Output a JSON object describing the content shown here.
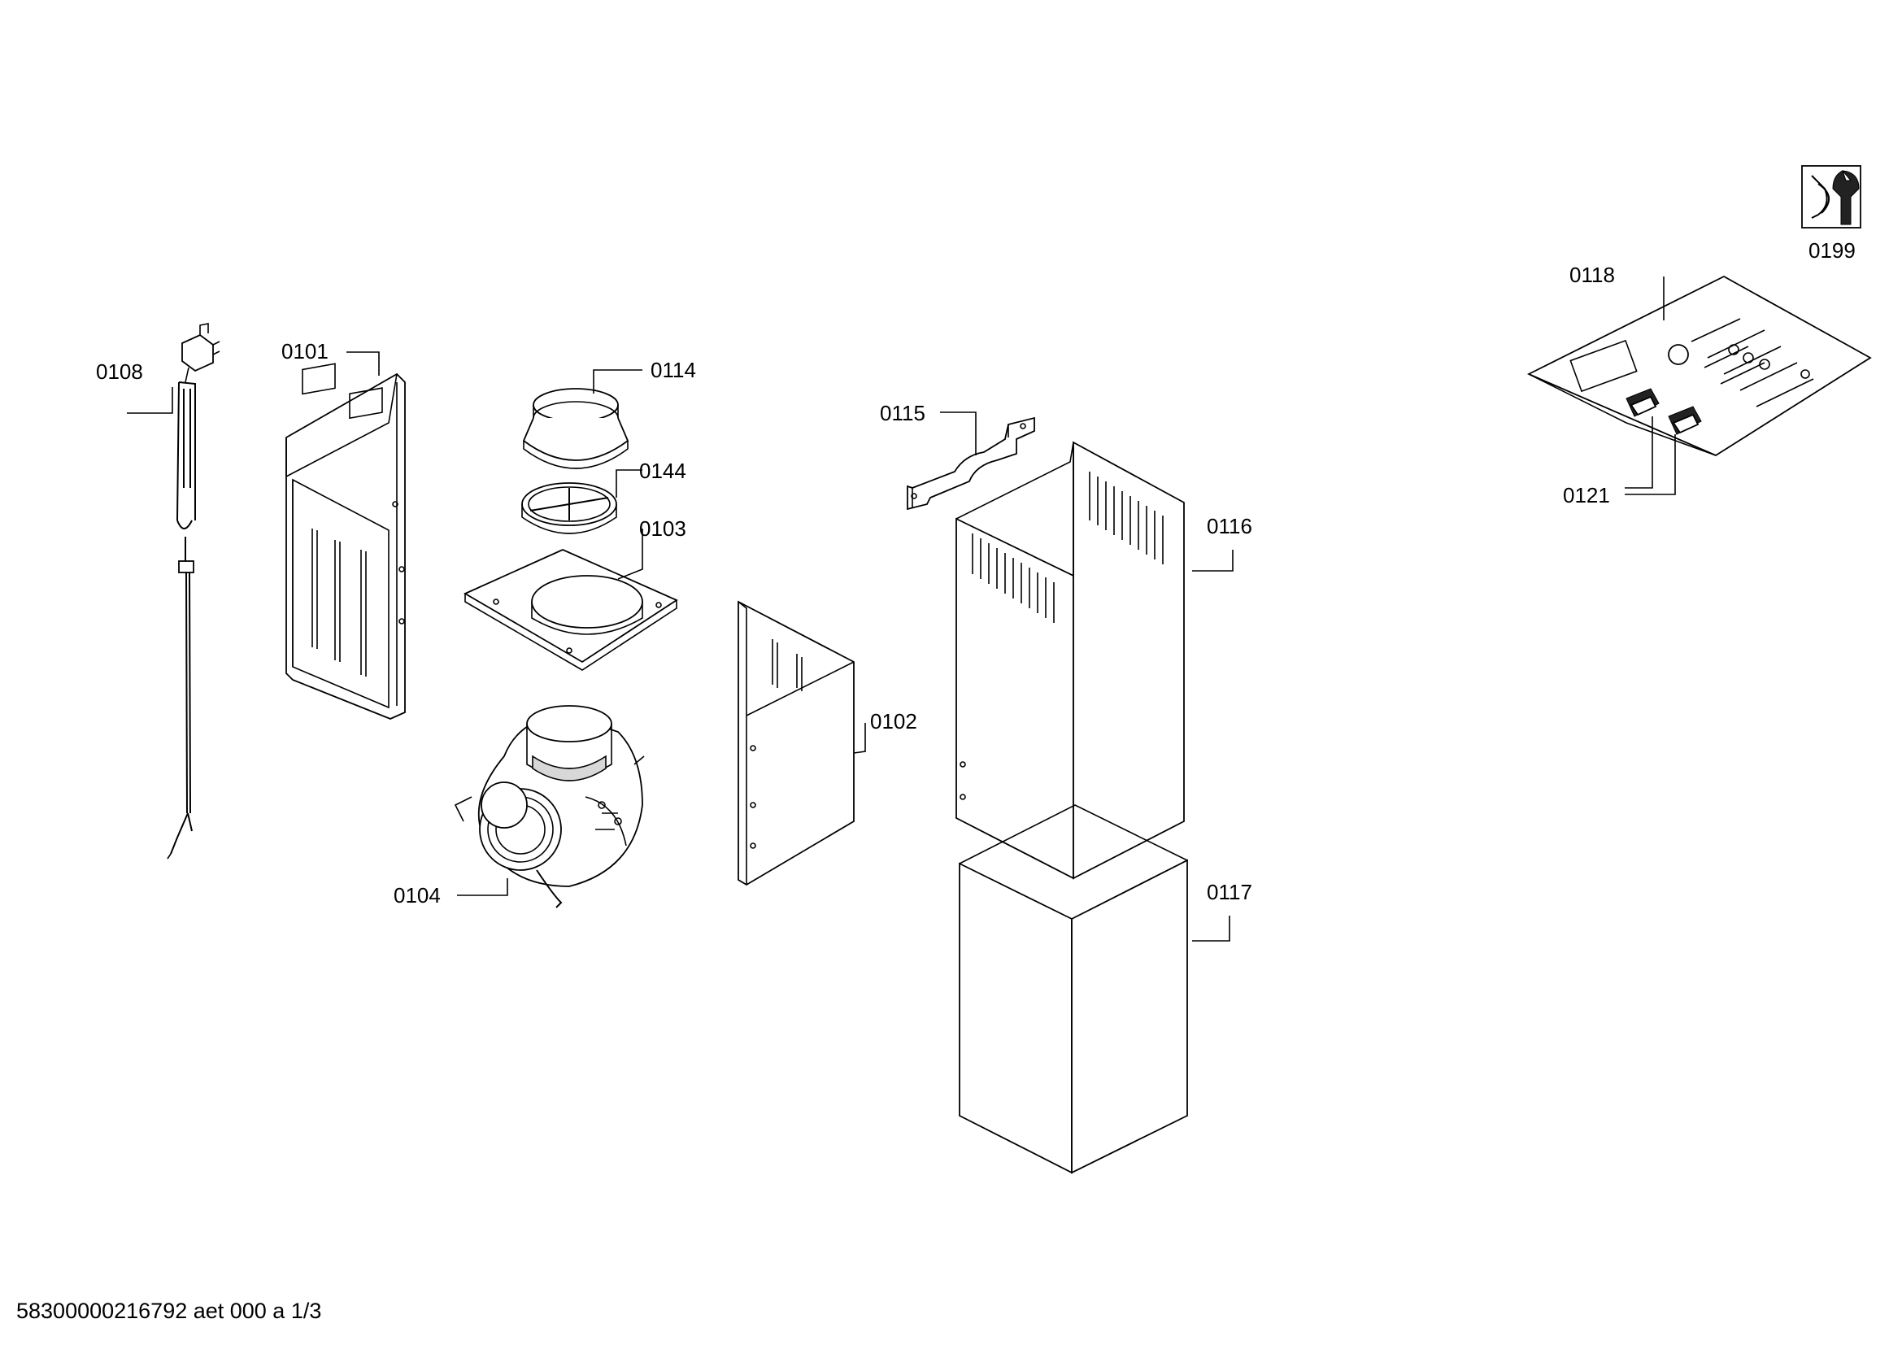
{
  "footer": {
    "document_code": "58300000216792 aet 000 a 1/3"
  },
  "parts": [
    {
      "id": "0108",
      "label": "0108"
    },
    {
      "id": "0101",
      "label": "0101"
    },
    {
      "id": "0114",
      "label": "0114"
    },
    {
      "id": "0144",
      "label": "0144"
    },
    {
      "id": "0103",
      "label": "0103"
    },
    {
      "id": "0104",
      "label": "0104"
    },
    {
      "id": "0115",
      "label": "0115"
    },
    {
      "id": "0102",
      "label": "0102"
    },
    {
      "id": "0116",
      "label": "0116"
    },
    {
      "id": "0117",
      "label": "0117"
    },
    {
      "id": "0118",
      "label": "0118"
    },
    {
      "id": "0121",
      "label": "0121"
    },
    {
      "id": "0199",
      "label": "0199"
    }
  ],
  "icons": {
    "service_kit": "wrench-nut-icon"
  }
}
